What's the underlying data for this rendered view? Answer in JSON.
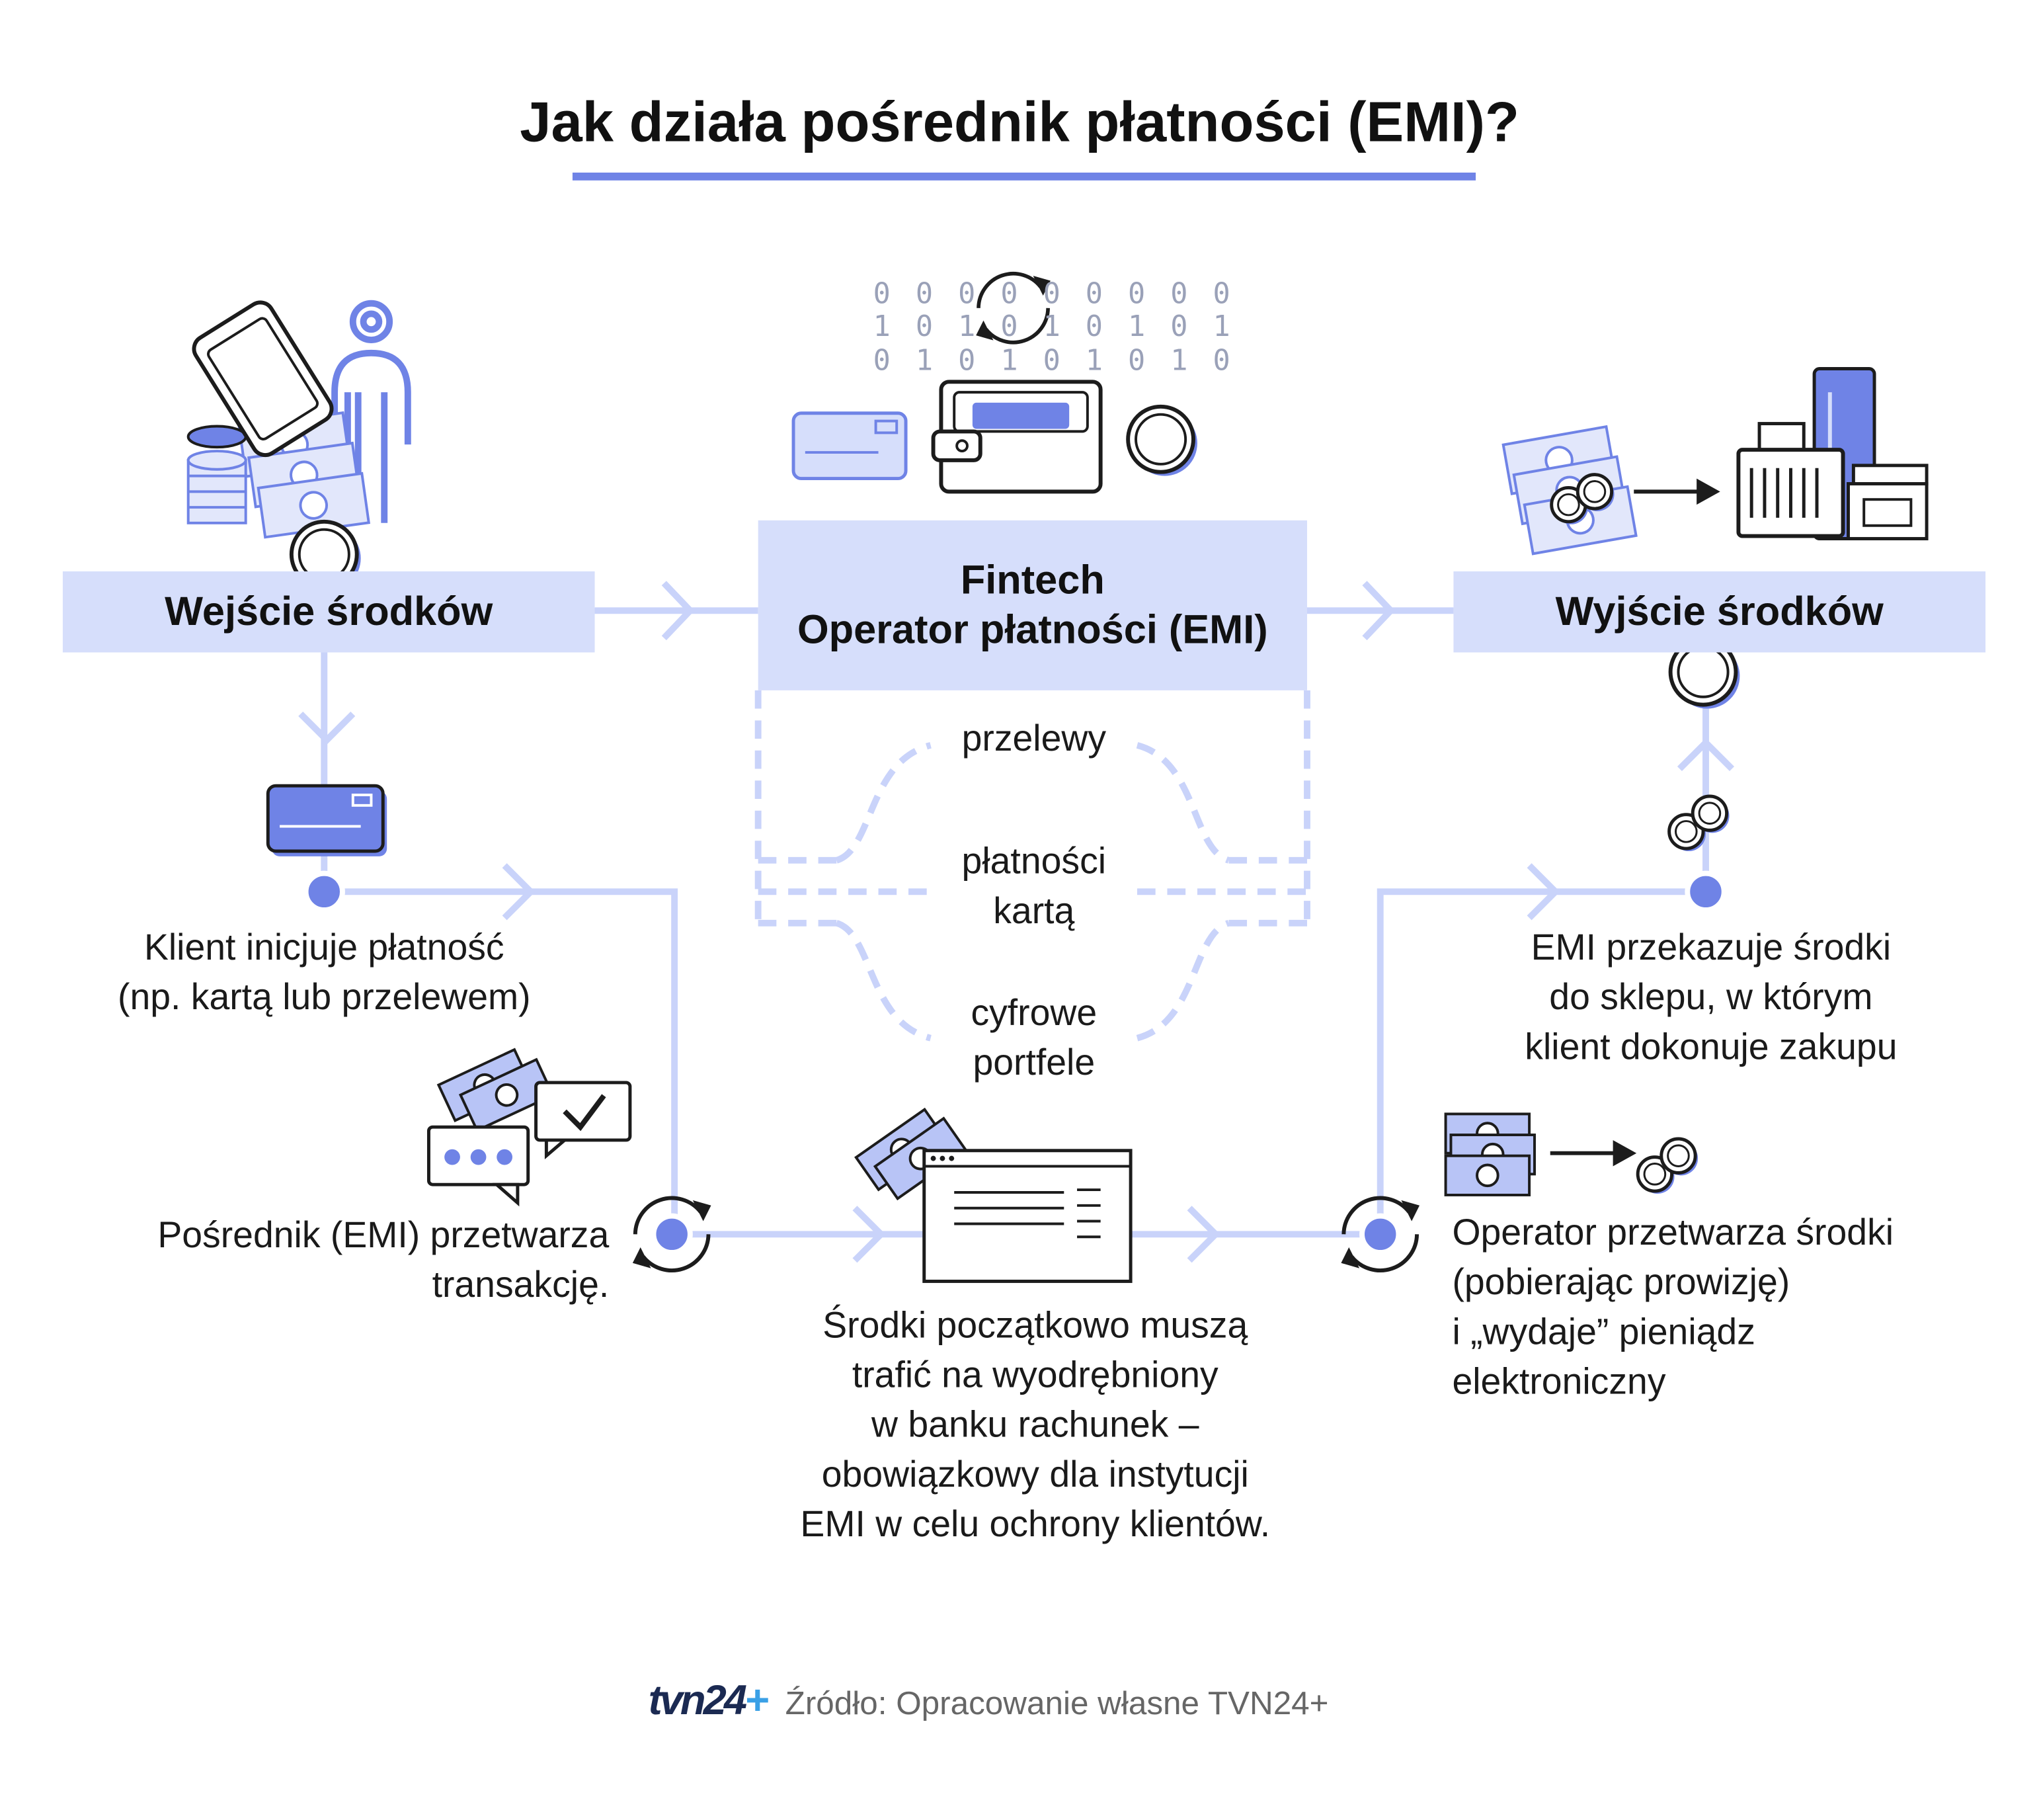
{
  "title": "Jak działa pośrednik płatności (EMI)?",
  "boxes": {
    "input": "Wejście środków",
    "center_line1": "Fintech",
    "center_line2": "Operator płatności (EMI)",
    "output": "Wyjście środków"
  },
  "channels": {
    "transfers": "przelewy",
    "card_line1": "płatności",
    "card_line2": "kartą",
    "wallets_line1": "cyfrowe",
    "wallets_line2": "portfele"
  },
  "steps": {
    "client_line1": "Klient inicjuje płatność",
    "client_line2": "(np. kartą lub przelewem)",
    "intermediary_line1": "Pośrednik (EMI) przetwarza",
    "intermediary_line2": "transakcję.",
    "account_lines": [
      "Środki początkowo muszą",
      "trafić na wyodrębniony",
      "w banku rachunek –",
      "obowiązkowy dla instytucji",
      "EMI w celu ochrony klientów."
    ],
    "operator_lines": [
      "Operator przetwarza środki",
      "(pobierając prowizję)",
      "i „wydaje” pieniądz",
      "elektroniczny"
    ],
    "transfer_lines": [
      "EMI przekazuje środki",
      "do sklepu, w którym",
      "klient dokonuje zakupu"
    ]
  },
  "binary_rows": [
    "0 0 0 0 0 0 0 0 0",
    "1 0 1 0 1 0 1 0 1",
    "0 1 0 1 0 1 0 1 0"
  ],
  "footer": {
    "logo_text": "tvn24",
    "logo_plus": "+",
    "source": "Źródło: Opracowanie własne TVN24+"
  },
  "colors": {
    "accent": "#6f83e6",
    "box": "#d6defb",
    "line": "#c9d3fa",
    "dark": "#1c1c1c"
  },
  "icons": [
    "phone-icon",
    "person-icon",
    "coins-icon",
    "banknotes-icon",
    "card-icon",
    "wallet-icon",
    "refresh-icon",
    "chat-icon",
    "browser-icon",
    "shop-icon",
    "arrow-icon"
  ]
}
